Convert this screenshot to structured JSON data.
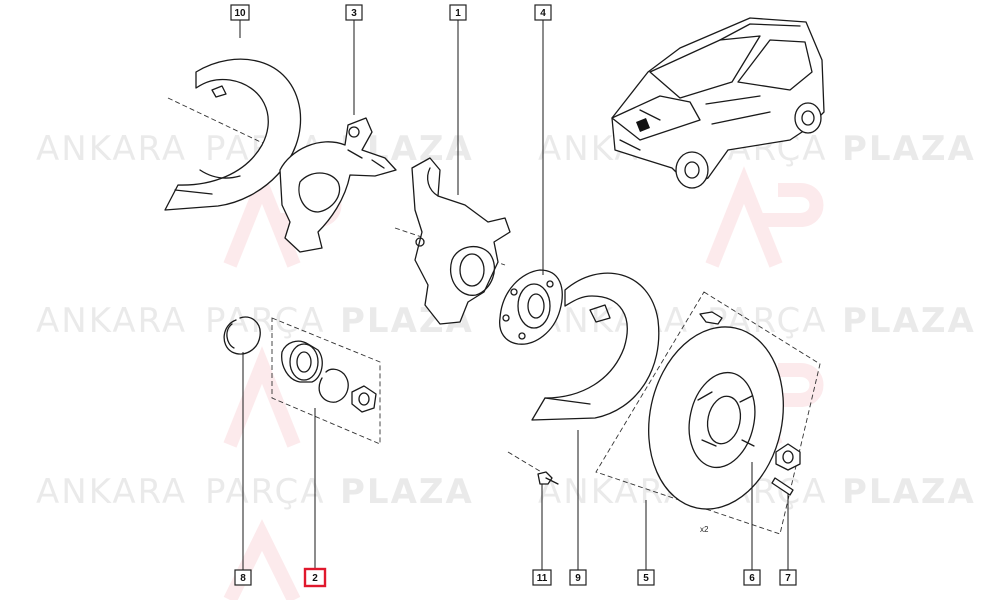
{
  "watermark": {
    "brand_regular_1": "ANKARA",
    "brand_regular_2": "PARÇA",
    "brand_bold": "PLAZA"
  },
  "callouts": [
    {
      "id": "c1",
      "label": "1"
    },
    {
      "id": "c2",
      "label": "2",
      "highlight": true,
      "highlight_color": "#e0182d"
    },
    {
      "id": "c3",
      "label": "3"
    },
    {
      "id": "c4",
      "label": "4"
    },
    {
      "id": "c5",
      "label": "5"
    },
    {
      "id": "c6",
      "label": "6"
    },
    {
      "id": "c7",
      "label": "7"
    },
    {
      "id": "c8",
      "label": "8"
    },
    {
      "id": "c9",
      "label": "9"
    },
    {
      "id": "c10",
      "label": "10"
    },
    {
      "id": "c11",
      "label": "11"
    }
  ],
  "annotations": {
    "quantity_mark": "x2"
  },
  "colors": {
    "highlight": "#e0182d",
    "line": "#1a1a1a"
  }
}
